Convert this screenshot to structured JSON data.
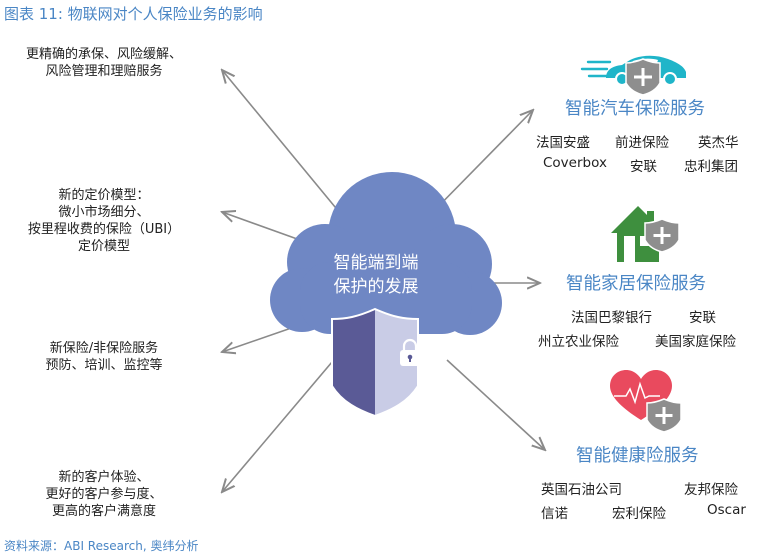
{
  "title": "图表 11: 物联网对个人保险业务的影响",
  "source": "资料来源：ABI Research, 奥纬分析",
  "center": {
    "line1": "智能端到端",
    "line2": "保护的发展"
  },
  "left_items": [
    {
      "lines": [
        "更精确的承保、风险缓解、",
        "风险管理和理赔服务"
      ]
    },
    {
      "lines": [
        "新的定价模型：",
        "微小市场细分、",
        "按里程收费的保险（UBI）",
        "定价模型"
      ]
    },
    {
      "lines": [
        "新保险/非保险服务",
        "预防、培训、监控等"
      ]
    },
    {
      "lines": [
        "新的客户体验、",
        "更好的客户参与度、",
        "更高的客户满意度"
      ]
    }
  ],
  "services": [
    {
      "title": "智能汽车保险服务",
      "icon": "car-shield-icon",
      "companies": [
        "法国安盛",
        "前进保险",
        "英杰华",
        "Coverbox",
        "安联",
        "忠利集团"
      ]
    },
    {
      "title": "智能家居保险服务",
      "icon": "house-shield-icon",
      "companies": [
        "法国巴黎银行",
        "安联",
        "州立农业保险",
        "美国家庭保险"
      ]
    },
    {
      "title": "智能健康险服务",
      "icon": "heart-shield-icon",
      "companies": [
        "英国石油公司",
        "友邦保险",
        "信诺",
        "宏利保险",
        "Oscar"
      ]
    }
  ],
  "colors": {
    "title_blue": "#4a86c5",
    "cloud": "#6f87c4",
    "shield_dark": "#5a5a96",
    "shield_light": "#c9cce6",
    "arrow": "#8a8a8a",
    "car": "#1fb5c9",
    "house": "#3e8f3e",
    "heart": "#e94a5e",
    "badge": "#8e8e8e"
  }
}
